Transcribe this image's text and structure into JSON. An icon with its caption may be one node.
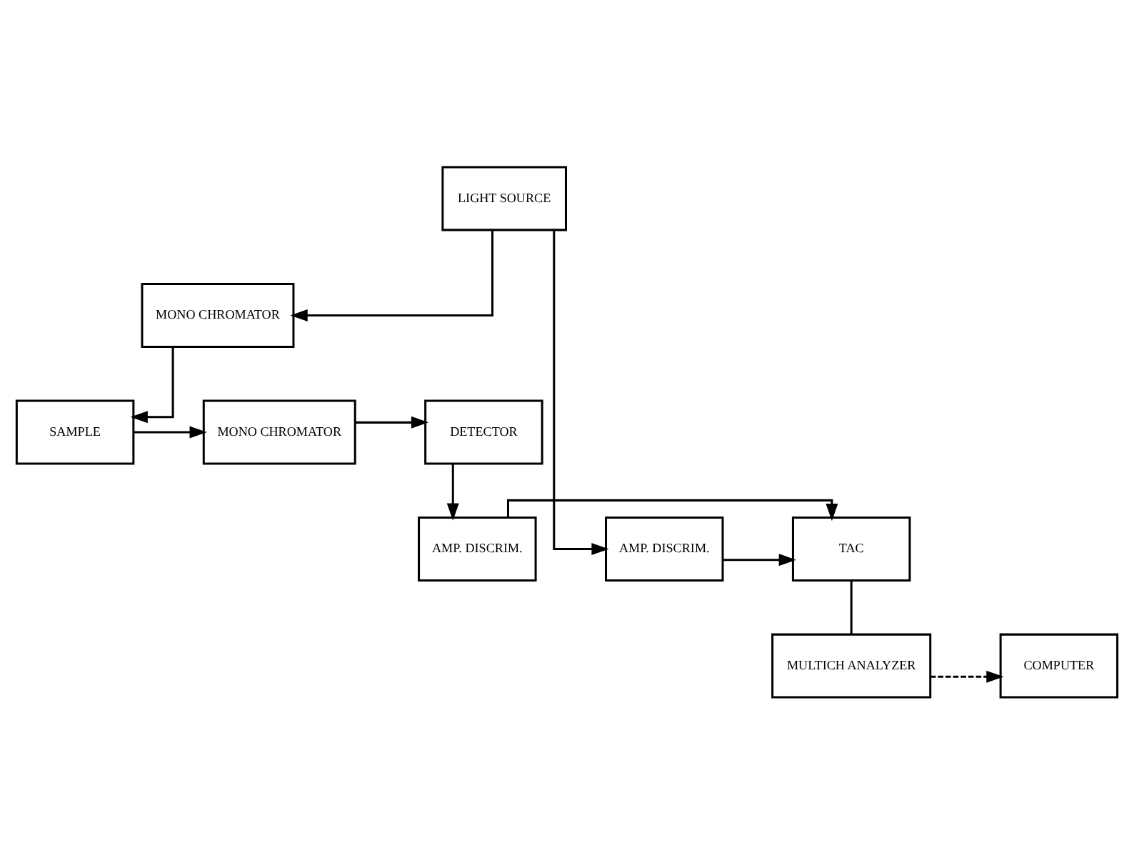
{
  "diagram": {
    "nodes": [
      {
        "text": [
          "LIGHT SOURCE"
        ]
      },
      {
        "text": [
          "MONO CHROMATOR"
        ]
      },
      {
        "text": [
          "SAMPLE"
        ]
      },
      {
        "text": [
          "MONO CHROMATOR"
        ]
      },
      {
        "text": [
          "DETECTOR"
        ]
      },
      {
        "text": [
          "AMP. DISCRIM."
        ]
      },
      {
        "text": [
          "TAC"
        ]
      },
      {
        "text": [
          "AMP. DISCRIM."
        ]
      },
      {
        "text": [
          "MULTICH ANALYZER"
        ]
      },
      {
        "text": [
          "COMPUTER"
        ]
      }
    ],
    "edges": [
      {
        "from": 0,
        "to": 1,
        "arrow": "to"
      },
      {
        "from": 1,
        "to": 2,
        "arrow": "to"
      },
      {
        "from": 2,
        "to": 3,
        "arrow": "to"
      },
      {
        "from": 3,
        "to": 4,
        "arrow": "to"
      },
      {
        "from": 4,
        "to": 5,
        "arrow": "to"
      },
      {
        "from": 0,
        "to": 7,
        "arrow": "to"
      },
      {
        "from": 5,
        "to": 6,
        "arrow": "to"
      },
      {
        "from": 7,
        "to": 6,
        "arrow": "to"
      },
      {
        "from": 6,
        "to": 8,
        "arrow": "none"
      },
      {
        "from": 8,
        "to": 9,
        "arrow": "to",
        "style": "dashed"
      }
    ]
  }
}
